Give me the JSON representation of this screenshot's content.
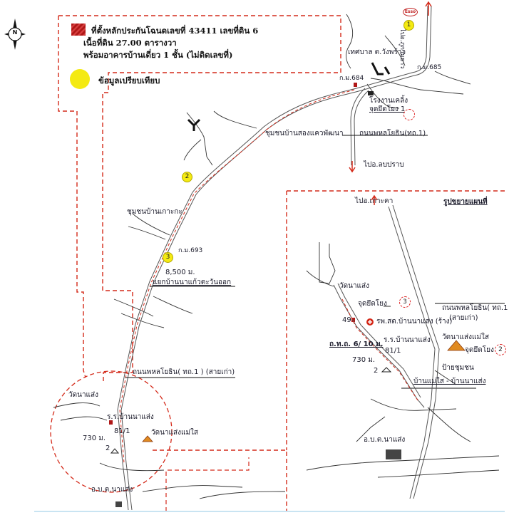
{
  "legend": {
    "item_title": "ที่ตั้งหลักประกันโฉนดเลขที่ 43411 เลขที่ดิน 6",
    "area": "เนื้อที่ดิน 27.00 ตารางวา",
    "building": "พร้อมอาคารบ้านเดี่ยว 1 ชั้น (ไม่ติดเลขที่)",
    "compare_label": "ข้อมูลเปรียบเทียบ",
    "colors": {
      "collateral": "#b01818",
      "comparable": "#f4ea12",
      "boundary": "#d42a1a"
    }
  },
  "compass": {
    "north": "N"
  },
  "labels": {
    "to_phayao": "ไปอ.ภูกามยาว",
    "to_chiang_kham": "ไปอ.ลบปราบ",
    "km684": "ก.ม.684",
    "km685": "ก.ม.685",
    "km693": "ก.ม.693",
    "municipality": "เทศบาล ต.วังพร้าว",
    "factory": "โรงงานเคลิ้ง",
    "check_point_1": "จุดยึดโยง 1",
    "highway_1_top": "ถนนพหลโยธิน(ทถ.1)",
    "community_top": "ชุมชนบ้านสองแควพัฒนา",
    "community_mid": "ชุมชนบ้านเกาะกะ",
    "distance_8500": "8,500 ม.",
    "junction_note": "แยกบ้านนาแก้วตะวันออก",
    "highway_1_old": "ถนนพหลโยธิน( ทถ.1 ) (สายเก่า)",
    "wat_na_saeng": "วัดนาแส่ง",
    "school": "ร.ร.บ้านนาแส่ง",
    "lot_81_1": "81/1",
    "dist_730": "730 ม.",
    "wat_mae_sai": "วัดนาแส่งแม่ใส",
    "tambon_office": "อ.บ.ต.นาแส่ง",
    "marker_2": "2"
  },
  "inset": {
    "title": "รูปขยายแผนที่",
    "to_top": "ไปอ.เกาะคา",
    "wat_na_saeng": "วัดนาแส่ง",
    "check_point_3": "จุดยึดโยง",
    "check_point_2": "จุดยึดโยง",
    "hospital": "รพ.สต.บ้านนาแส่ง (ร้าง)",
    "school": "ร.ร.บ้านนาแส่ง",
    "lot_49": "49",
    "lot_81_1": "81/1",
    "road_no": "ถ.ท.ถ. 6/ 10 ม.",
    "dist_730": "730 ม.",
    "marker_2": "2",
    "highway_1": "ถนนพหลโยธิน( ทถ.1 )",
    "highway_old": "(สายเก่า)",
    "wat_mae_sai": "วัดนาแส่งแม่ใส",
    "community_sign": "ป้ายชุมชน",
    "community_pair": "บ้านแม่ใส - บ้านนาแส่ง",
    "tambon_office": "อ.บ.ต.นาแส่ง",
    "num_3": "3",
    "num_2": "2"
  },
  "comparables": [
    "1",
    "2",
    "3"
  ],
  "brand": "Esso"
}
